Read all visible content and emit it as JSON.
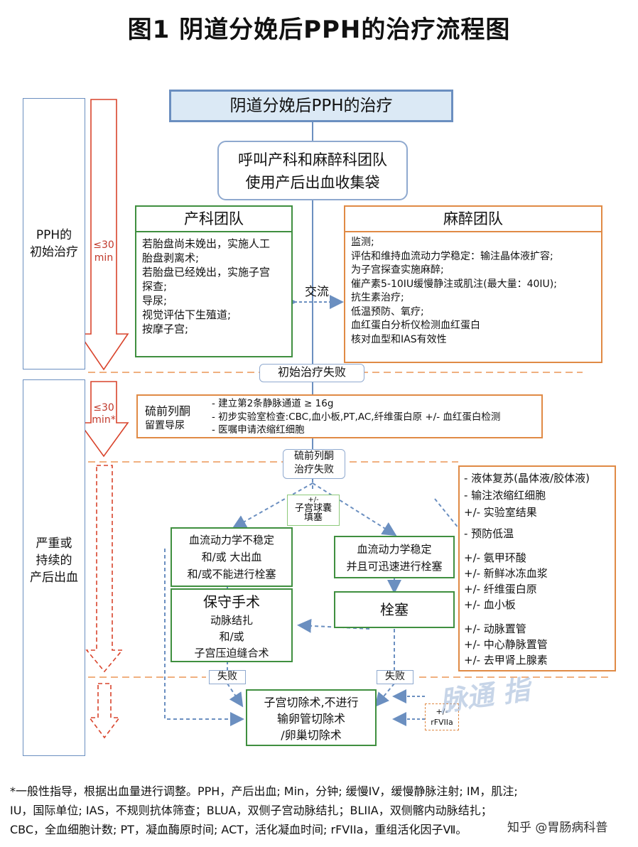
{
  "title": "图1 阴道分娩后PPH的治疗流程图",
  "side": {
    "phase1": [
      "PPH的",
      "初始治疗"
    ],
    "phase2": [
      "严重或",
      "持续的",
      "产后出血"
    ],
    "time1": [
      "≤30",
      "min"
    ],
    "time2": [
      "≤30",
      "min*"
    ]
  },
  "header_box": "阴道分娩后PPH的治疗",
  "call_box": [
    "呼叫产科和麻醉科团队",
    "使用产后出血收集袋"
  ],
  "obstetric": {
    "title": "产科团队",
    "items": [
      "若胎盘尚未娩出，实施人工",
      "胎盘剥离术;",
      "若胎盘已经娩出，实施子宫",
      "探查;",
      "导尿;",
      "视觉评估下生殖道;",
      "按摩子宫;"
    ]
  },
  "exchange_label": "交流",
  "anesthesia": {
    "title": "麻醉团队",
    "items": [
      "监测;",
      "评估和维持血流动力学稳定：输注晶体液扩容;",
      "为子宫探查实施麻醉;",
      "催产素5-10IU缓慢静注或肌注(最大量：40IU);",
      "抗生素治疗;",
      "低温预防、氧疗;",
      " 血红蛋白分析仪检测血红蛋白",
      " 核对血型和IAS有效性"
    ]
  },
  "initial_fail": "初始治疗失败",
  "sulprostone_box": {
    "left": [
      "硫前列酮",
      "留置导尿"
    ],
    "items": [
      "- 建立第2条静脉通道 ≥ 16g",
      "- 初步实验室检查:CBC,血小板,PT,AC,纤维蛋白原 +/- 血红蛋白检测",
      "- 医嘱申请浓缩红细胞"
    ]
  },
  "sulprostone_fail": [
    "硫前列酮",
    "治疗失败"
  ],
  "balloon": [
    "+/-",
    "子宫球囊",
    "填塞"
  ],
  "unstable": [
    "血流动力学不稳定",
    "和/或 大出血",
    "和/或不能进行栓塞"
  ],
  "stable": [
    "血流动力学稳定",
    "并且可迅速进行栓塞"
  ],
  "conservative": {
    "title": "保守手术",
    "items": [
      "动脉结扎",
      "和/或",
      "子宫压迫缝合术"
    ]
  },
  "embolization": "栓塞",
  "fail_label": "失败",
  "hysterectomy": [
    "子宫切除术,不进行",
    "输卵管切除术",
    "/卵巢切除术"
  ],
  "rfviia": [
    "+/-",
    "rFVIIa"
  ],
  "right_box": {
    "items": [
      "- 液体复苏(晶体液/胶体液)",
      " - 输注浓缩红细胞",
      "+/- 实验室结果",
      "",
      " - 预防低温",
      "",
      "+/-  氨甲环酸",
      "+/-  新鲜冰冻血浆",
      "+/-  纤维蛋白原",
      "+/-  血小板",
      "",
      "+/-  动脉置管",
      "+/-  中心静脉置管",
      "+/-  去甲肾上腺素"
    ]
  },
  "watermark": "脉通 指",
  "source_tag": "知乎 @胃肠病科普",
  "footnote": [
    "*一般性指导，根据出血量进行调整。PPH，产后出血; Min，分钟;     缓慢IV，缓慢静脉注射; IM，肌注;",
    "IU，国际单位; IAS，不规则抗体筛查；BLUA，双侧子宫动脉结扎；BLIIA，双侧髂内动脉结扎；",
    "CBC，全血细胞计数; PT，凝血酶原时间; ACT，活化凝血时间; rFVIIa，重组活化因子Ⅶ。"
  ],
  "colors": {
    "blue": "#6b8fc0",
    "green": "#3f8f3f",
    "orange": "#e08a45",
    "header_fill": "#dbe9f5"
  }
}
